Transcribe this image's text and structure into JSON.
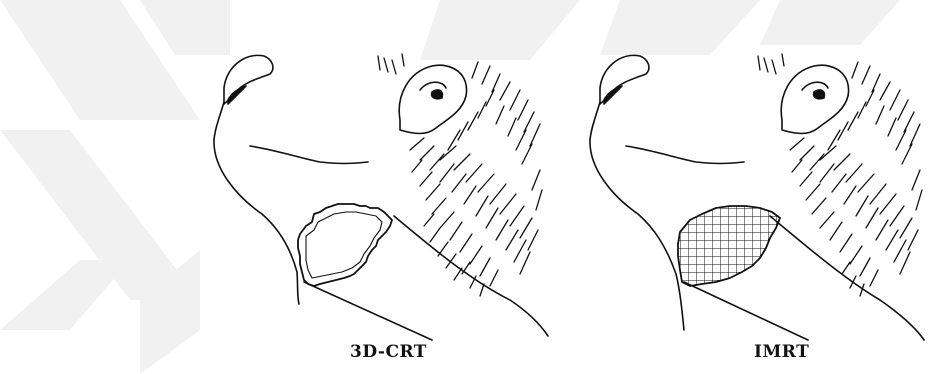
{
  "panels": [
    {
      "caption": "3D-CRT",
      "field_style": "outline"
    },
    {
      "caption": "IMRT",
      "field_style": "grid"
    }
  ],
  "colors": {
    "ink": "#111111",
    "watermark": "#f1f1f1",
    "background": "#ffffff"
  }
}
